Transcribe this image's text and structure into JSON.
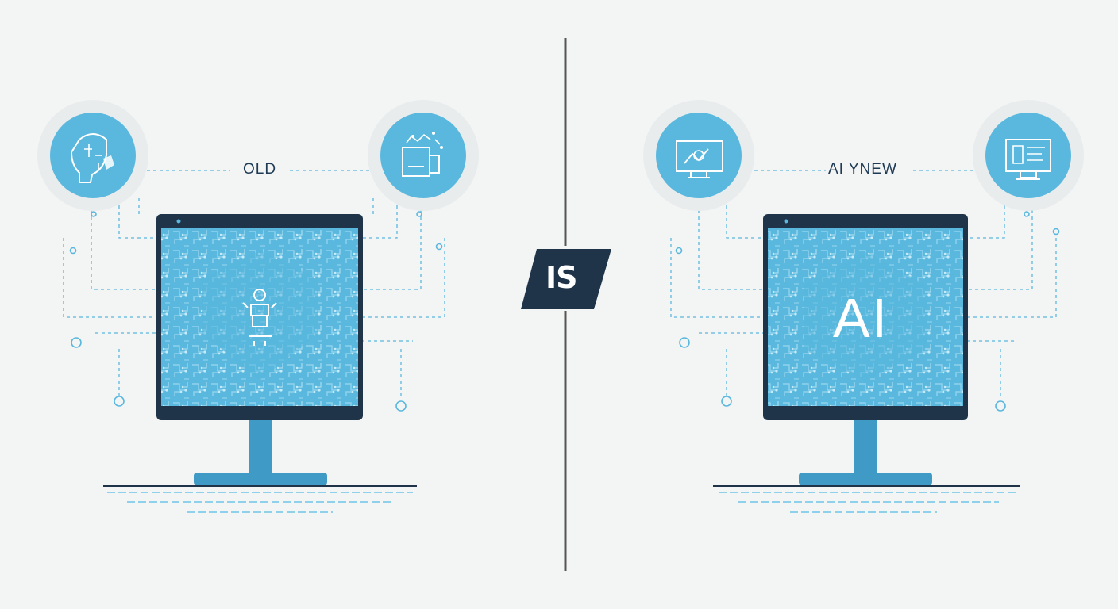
{
  "left_panel": {
    "label": "OLD",
    "left_icon": "robot-head-icon",
    "right_icon": "circuit-device-icon",
    "screen_icon": "robot-figure-icon"
  },
  "right_panel": {
    "label": "AI YNEW",
    "screen_text": "AI",
    "left_icon": "monitor-chart-icon",
    "right_icon": "computer-monitor-icon"
  },
  "center_badge": {
    "text": "IS"
  },
  "colors": {
    "background": "#f3f4f4",
    "screen_blue": "#5ab8de",
    "frame_navy": "#1f3448",
    "stand_blue": "#3f9ac6",
    "accent_light": "#8fd0ea",
    "divider": "#555555"
  }
}
